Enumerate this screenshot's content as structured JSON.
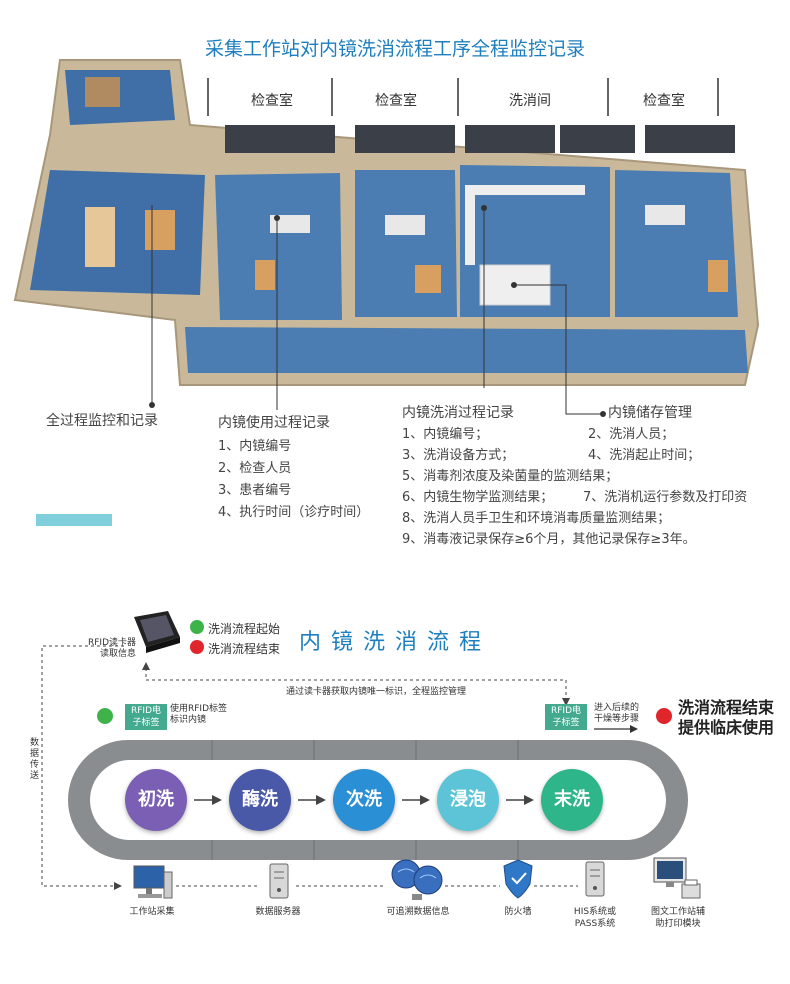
{
  "top_title": "采集工作站对内镜洗消流程工序全程监控记录",
  "rooms": [
    "检查室",
    "检查室",
    "洗消间",
    "检查室"
  ],
  "notes": {
    "full": "全过程监控和记录",
    "usage": {
      "title": "内镜使用过程记录",
      "items": [
        "1、内镜编号",
        "2、检查人员",
        "3、患者编号",
        "4、执行时间（诊疗时间）"
      ]
    },
    "wash": {
      "title": "内镜洗消过程记录",
      "lines": [
        "1、内镜编号；",
        "2、洗消人员；",
        "3、洗消设备方式；",
        "4、洗消起止时间；",
        "5、消毒剂浓度及染菌量的监测结果；",
        "6、内镜生物学监测结果；",
        "7、洗消机运行参数及打印资",
        "8、洗消人员手卫生和环境消毒质量监测结果；",
        "9、消毒液记录保存≥6个月，其他记录保存≥3年。"
      ]
    },
    "storage": "内镜储存管理"
  },
  "flow": {
    "title": "内镜洗消流程",
    "legend_start": "洗消流程起始",
    "legend_end": "洗消流程结束",
    "rfid_reader": "RFID读卡器\n读取信息",
    "read_info": "通过读卡器获取内镜唯一标识，全程监控管理",
    "tag_label": "RFID电\n子标签",
    "use_rfid": "使用RFID标签\n标识内镜",
    "next_steps": "进入后续的\n干燥等步骤",
    "end_line1": "洗消流程结束",
    "end_line2": "提供临床使用",
    "data_transfer": "数\n据\n传\n送",
    "steps": [
      "初洗",
      "酶洗",
      "次洗",
      "浸泡",
      "末洗"
    ],
    "step_colors": [
      "#7b5fb4",
      "#4a58a8",
      "#2b8fd6",
      "#5cc4d6",
      "#2fb58a"
    ],
    "devices": [
      "工作站采集",
      "数据服务器",
      "可追溯数据信息",
      "防火墙",
      "HIS系统或\nPASS系统",
      "图文工作站辅\n助打印模块"
    ]
  }
}
